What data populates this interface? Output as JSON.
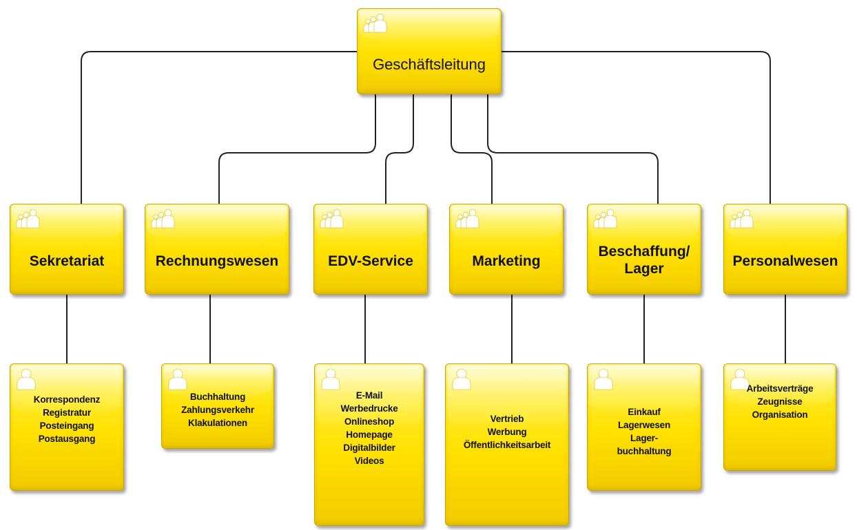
{
  "root": {
    "label": "Geschäftsleitung",
    "icon": "group-icon"
  },
  "departments": [
    {
      "key": "sekretariat",
      "label": "Sekretariat",
      "icon": "group-icon",
      "tasks": [
        "Korrespondenz",
        "Registratur",
        "Posteingang",
        "Postausgang"
      ]
    },
    {
      "key": "rechnungswesen",
      "label": "Rechnungswesen",
      "icon": "group-icon",
      "tasks": [
        "Buchhaltung",
        "Zahlungsverkehr",
        "Klakulationen"
      ]
    },
    {
      "key": "edv-service",
      "label": "EDV-Service",
      "icon": "group-icon",
      "tasks": [
        "E-Mail",
        "Werbedrucke",
        "Onlineshop",
        "Homepage",
        "Digitalbilder",
        "Videos"
      ]
    },
    {
      "key": "marketing",
      "label": "Marketing",
      "icon": "group-icon",
      "tasks": [
        "Vertrieb",
        "Werbung",
        "Öffentlichkeitsarbeit"
      ]
    },
    {
      "key": "beschaffung-lager",
      "label": "Beschaffung/\nLager",
      "label_lines": [
        "Beschaffung/",
        "Lager"
      ],
      "icon": "group-icon",
      "tasks": [
        "Einkauf",
        "Lagerwesen",
        "Lager-",
        "buchhaltung"
      ]
    },
    {
      "key": "personalwesen",
      "label": "Personalwesen",
      "icon": "group-icon",
      "tasks": [
        "Arbeitsverträge",
        "Zeugnisse",
        "Organisation"
      ]
    }
  ],
  "colors": {
    "box_fill": "#ffe000",
    "box_border": "#c9a600",
    "connector": "#222222",
    "text": "#111111",
    "icon": "#ffffff"
  }
}
